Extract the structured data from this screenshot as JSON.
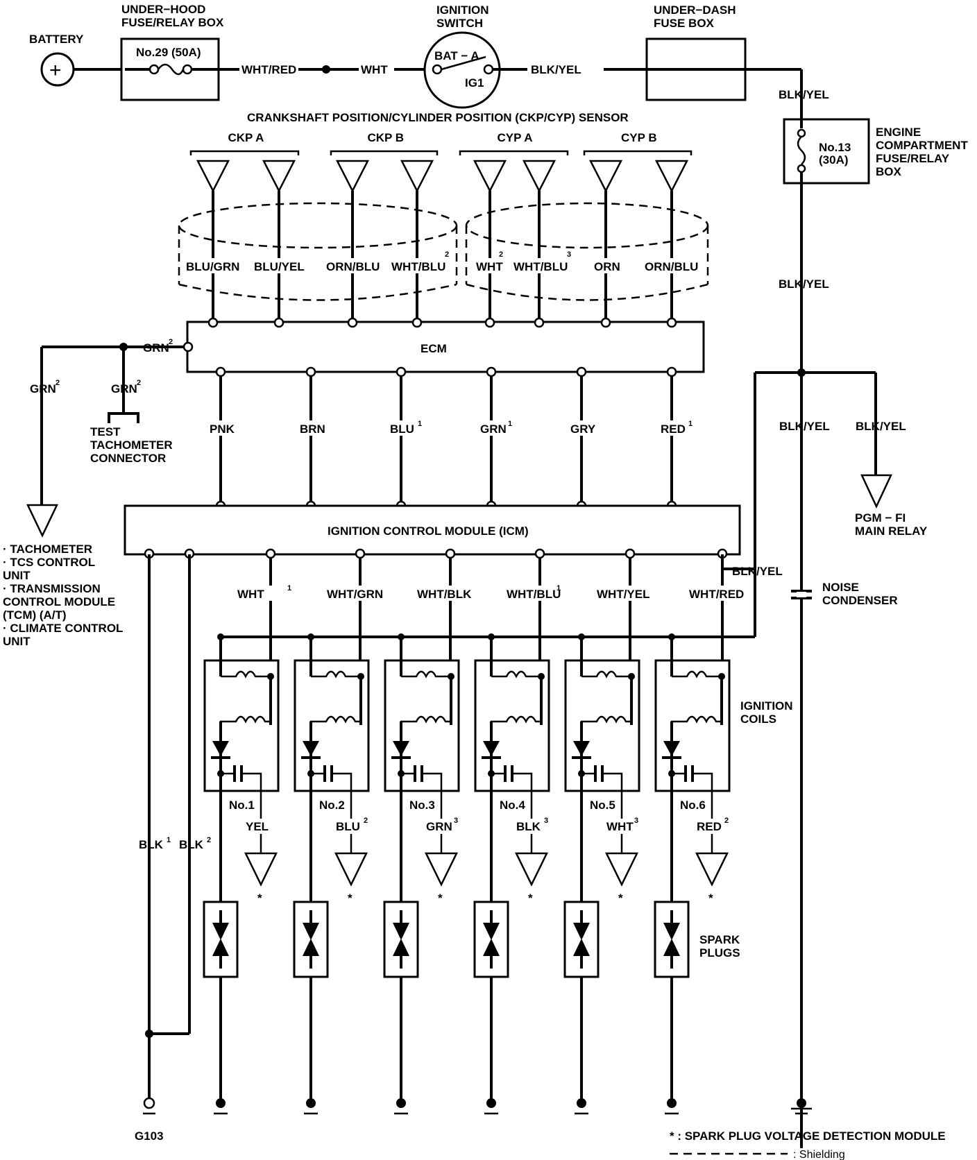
{
  "battery": {
    "label": "BATTERY",
    "symbol": "+"
  },
  "underhood": {
    "title1": "UNDER−HOOD",
    "title2": "FUSE/RELAY BOX",
    "fuse": "No.29 (50A)"
  },
  "ignition_switch": {
    "title1": "IGNITION",
    "title2": "SWITCH",
    "bat": "BAT − A",
    "ig": "IG1"
  },
  "underdash": {
    "title1": "UNDER−DASH",
    "title2": "FUSE BOX"
  },
  "engine_box": {
    "fuse1": "No.13",
    "fuse2": "(30A)",
    "title1": "ENGINE",
    "title2": "COMPARTMENT",
    "title3": "FUSE/RELAY",
    "title4": "BOX"
  },
  "wires_top": {
    "wht_red": "WHT/RED",
    "wht": "WHT",
    "blk_yel": "BLK/YEL",
    "blk_yel_down": "BLK/YEL",
    "blk_yel_mid": "BLK/YEL"
  },
  "sensor": {
    "title": "CRANKSHAFT POSITION/CYLINDER POSITION (CKP/CYP) SENSOR",
    "groups": [
      "CKP A",
      "CKP B",
      "CYP A",
      "CYP B"
    ],
    "wires": [
      {
        "label": "BLU/GRN",
        "sup": ""
      },
      {
        "label": "BLU/YEL",
        "sup": ""
      },
      {
        "label": "ORN/BLU",
        "sup": ""
      },
      {
        "label": "WHT/BLU",
        "sup": "2"
      },
      {
        "label": "WHT",
        "sup": "2"
      },
      {
        "label": "WHT/BLU",
        "sup": "3"
      },
      {
        "label": "ORN",
        "sup": ""
      },
      {
        "label": "ORN/BLU",
        "sup": ""
      }
    ]
  },
  "ecm": {
    "label": "ECM",
    "grn": "GRN",
    "grn_sup": "2"
  },
  "tach": {
    "grn_left": "GRN",
    "grn_left_sup": "2",
    "grn_test": "GRN",
    "grn_test_sup": "2",
    "test1": "TEST",
    "test2": "TACHOMETER",
    "test3": "CONNECTOR",
    "list": [
      "· TACHOMETER",
      "· TCS CONTROL",
      "  UNIT",
      "· TRANSMISSION",
      "  CONTROL MODULE",
      "  (TCM) (A/T)",
      "· CLIMATE CONTROL",
      "  UNIT"
    ]
  },
  "ecm_icm_wires": [
    {
      "label": "PNK",
      "sup": ""
    },
    {
      "label": "BRN",
      "sup": ""
    },
    {
      "label": "BLU",
      "sup": "1"
    },
    {
      "label": "GRN",
      "sup": "1"
    },
    {
      "label": "GRY",
      "sup": ""
    },
    {
      "label": "RED",
      "sup": "1"
    }
  ],
  "right_branch": {
    "left": "BLK/YEL",
    "right": "BLK/YEL",
    "relay1": "PGM − FI",
    "relay2": "MAIN RELAY",
    "noise1": "NOISE",
    "noise2": "CONDENSER"
  },
  "icm": {
    "label": "IGNITION CONTROL MODULE (ICM)",
    "blk_yel": "BLK/YEL"
  },
  "icm_coil_wires": [
    {
      "label": "WHT",
      "sup": "1"
    },
    {
      "label": "WHT/GRN",
      "sup": ""
    },
    {
      "label": "WHT/BLK",
      "sup": ""
    },
    {
      "label": "WHT/BLU",
      "sup": "1"
    },
    {
      "label": "WHT/YEL",
      "sup": ""
    },
    {
      "label": "WHT/RED",
      "sup": ""
    }
  ],
  "coils": {
    "title1": "IGNITION",
    "title2": "COILS",
    "items": [
      {
        "no": "No.1",
        "wire": "YEL",
        "sup": ""
      },
      {
        "no": "No.2",
        "wire": "BLU",
        "sup": "2"
      },
      {
        "no": "No.3",
        "wire": "GRN",
        "sup": "3"
      },
      {
        "no": "No.4",
        "wire": "BLK",
        "sup": "3"
      },
      {
        "no": "No.5",
        "wire": "WHT",
        "sup": "3"
      },
      {
        "no": "No.6",
        "wire": "RED",
        "sup": "2"
      }
    ]
  },
  "spark": {
    "title1": "SPARK",
    "title2": "PLUGS"
  },
  "ground": {
    "blk1": "BLK",
    "blk1_sup": "1",
    "blk2": "BLK",
    "blk2_sup": "2",
    "g103": "G103"
  },
  "legend": {
    "spvdm": "* : SPARK PLUG VOLTAGE DETECTION MODULE",
    "shielding": ": Shielding"
  },
  "star": "*"
}
